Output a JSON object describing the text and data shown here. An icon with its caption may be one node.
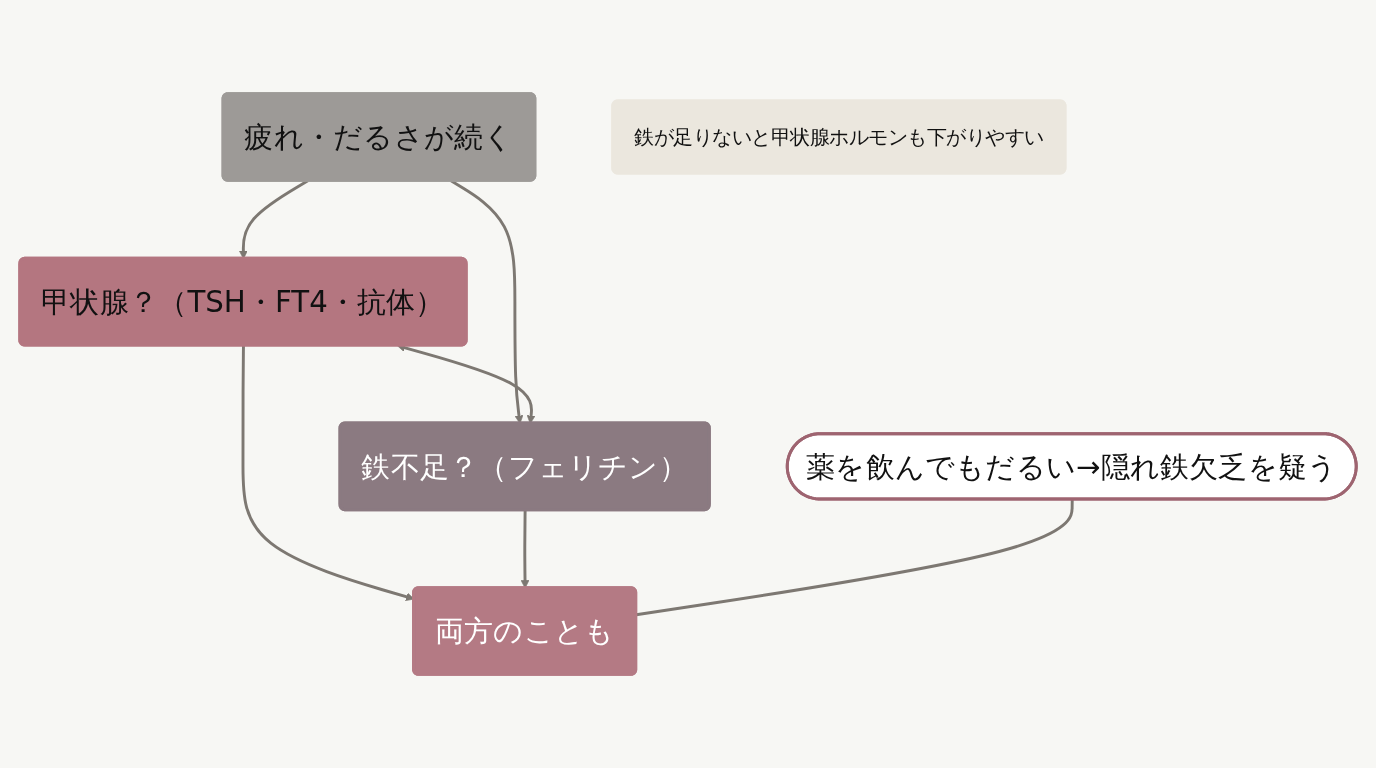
{
  "diagram": {
    "nodes": [
      {
        "text": [
          "疲れ・だるさが続く"
        ]
      },
      {
        "text": [
          "甲状腺？（TSH・FT4・抗体）"
        ]
      },
      {
        "text": [
          "鉄不足？（フェリチン）"
        ]
      },
      {
        "text": [
          "鉄が足りないと甲状腺ホルモンも下がりやすい"
        ]
      },
      {
        "text": [
          "両方のことも"
        ]
      },
      {
        "text": [
          "薬を飲んでもだるい→隠れ鉄欠乏を疑う"
        ]
      }
    ],
    "edges": [
      {
        "from": 0,
        "to": 1,
        "arrow": "to"
      },
      {
        "from": 0,
        "to": 2,
        "arrow": "to"
      },
      {
        "from": 1,
        "to": 2,
        "arrow": "both"
      },
      {
        "from": 1,
        "to": 4,
        "arrow": "to"
      },
      {
        "from": 2,
        "to": 4,
        "arrow": "to"
      },
      {
        "from": 5,
        "to": 4,
        "arrow": "none"
      }
    ]
  }
}
